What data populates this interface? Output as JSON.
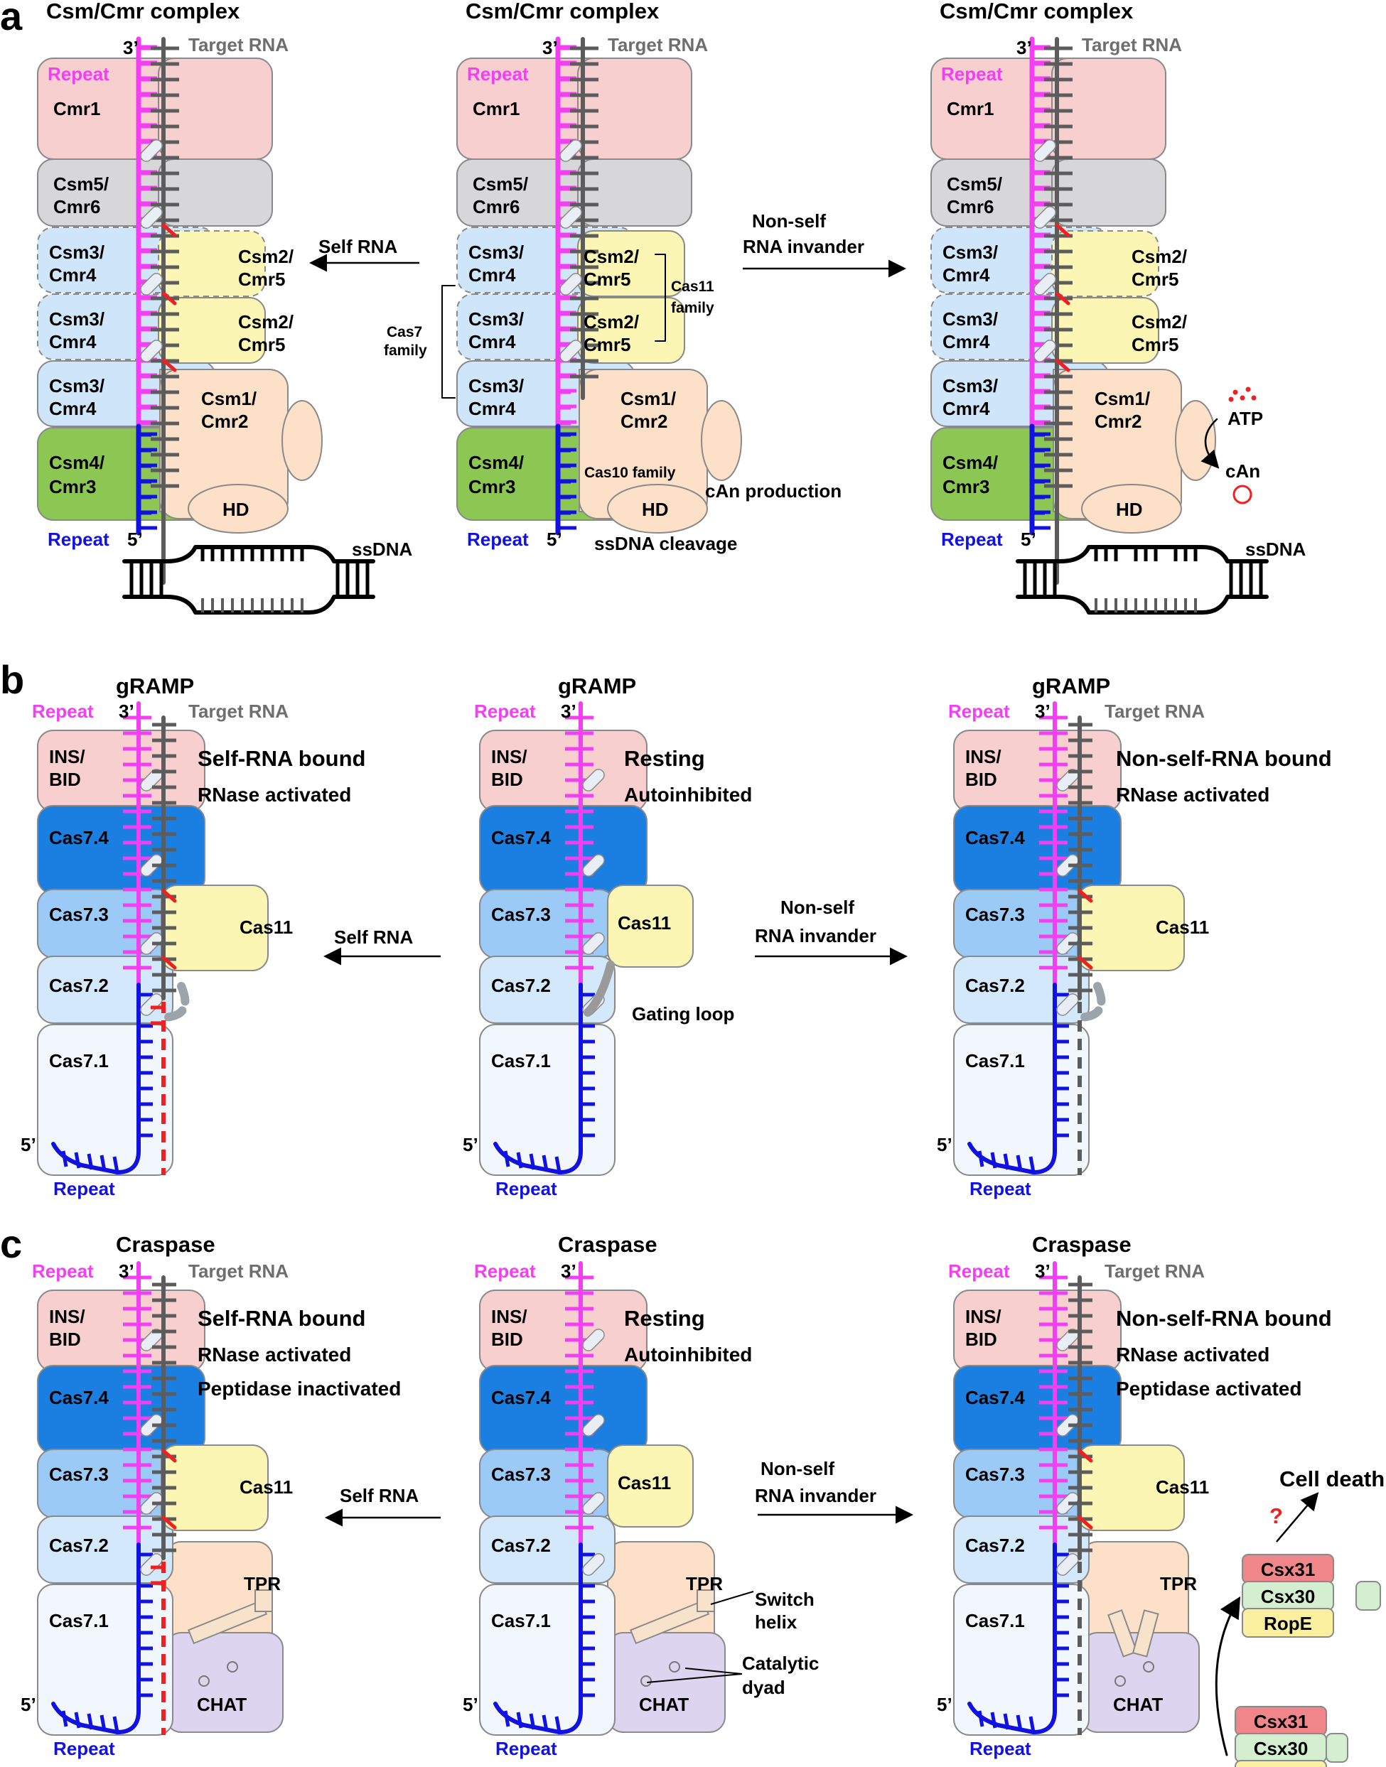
{
  "colors": {
    "crrna_3p": "#f23ff2",
    "crrna_5p": "#1212e0",
    "target": "#5c5c5c",
    "cleavage": "#f02020",
    "cmr1": "#f7cfcf",
    "csm5": "#d7d7d9",
    "cas7_csm3": "#cfe6fa",
    "csm2_cas11": "#fbf6b4",
    "csm1_tpr": "#fce0c8",
    "csm4": "#8cc653",
    "cas7_4": "#1a7fe0",
    "cas7_3": "#9ccaf6",
    "cas7_2": "#d3e9fb",
    "cas7_1": "#f1f7fd",
    "chat": "#ddd4ef",
    "csx31": "#f0868a",
    "csx30": "#d4efd0",
    "rope": "#fbf0a0"
  },
  "panel_a": {
    "letter": "a",
    "title": "Csm/Cmr complex",
    "label_3p": "3’",
    "label_5p": "5’",
    "target_rna": "Target RNA",
    "repeat": "Repeat",
    "cmr1": "Cmr1",
    "csm5_1": "Csm5/",
    "csm5_2": "Cmr6",
    "csm3_1": "Csm3/",
    "csm3_2": "Cmr4",
    "csm2_1": "Csm2/",
    "csm2_2": "Cmr5",
    "csm1_1": "Csm1/",
    "csm1_2": "Cmr2",
    "csm4_1": "Csm4/",
    "csm4_2": "Cmr3",
    "hd": "HD",
    "ssdna": "ssDNA",
    "self_rna": "Self RNA",
    "nonself_1": "Non-self",
    "nonself_2": "RNA invander",
    "cas7_family_1": "Cas7",
    "cas7_family_2": "family",
    "cas11_family_1": "Cas11",
    "cas11_family_2": "family",
    "cas10_family": "Cas10 family",
    "can_production": "cAn production",
    "ssdna_cleavage": "ssDNA cleavage",
    "atp": "ATP",
    "can": "cAn"
  },
  "panel_b": {
    "letter": "b",
    "title": "gRAMP",
    "repeat": "Repeat",
    "label_3p": "3’",
    "label_5p": "5’",
    "target_rna": "Target RNA",
    "ins_1": "INS/",
    "ins_2": "BID",
    "cas7_4": "Cas7.4",
    "cas7_3": "Cas7.3",
    "cas7_2": "Cas7.2",
    "cas7_1": "Cas7.1",
    "cas11": "Cas11",
    "left_state_1": "Self-RNA bound",
    "left_state_2": "RNase activated",
    "mid_state_1": "Resting",
    "mid_state_2": "Autoinhibited",
    "right_state_1": "Non-self-RNA bound",
    "right_state_2": "RNase activated",
    "self_rna": "Self RNA",
    "nonself_1": "Non-self",
    "nonself_2": "RNA invander",
    "gating_loop": "Gating loop"
  },
  "panel_c": {
    "letter": "c",
    "title": "Craspase",
    "repeat": "Repeat",
    "label_3p": "3’",
    "label_5p": "5’",
    "target_rna": "Target RNA",
    "ins_1": "INS/",
    "ins_2": "BID",
    "cas7_4": "Cas7.4",
    "cas7_3": "Cas7.3",
    "cas7_2": "Cas7.2",
    "cas7_1": "Cas7.1",
    "cas11": "Cas11",
    "tpr": "TPR",
    "chat": "CHAT",
    "left_state_1": "Self-RNA bound",
    "left_state_2": "RNase activated",
    "left_state_3": "Peptidase inactivated",
    "mid_state_1": "Resting",
    "mid_state_2": "Autoinhibited",
    "right_state_1": "Non-self-RNA bound",
    "right_state_2": "RNase activated",
    "right_state_3": "Peptidase activated",
    "self_rna": "Self RNA",
    "nonself_1": "Non-self",
    "nonself_2": "RNA invander",
    "switch_1": "Switch",
    "switch_2": "helix",
    "catalytic_1": "Catalytic",
    "catalytic_2": "dyad",
    "cell_death": "Cell death",
    "question": "?",
    "csx31": "Csx31",
    "csx30": "Csx30",
    "rope": "RopE"
  }
}
